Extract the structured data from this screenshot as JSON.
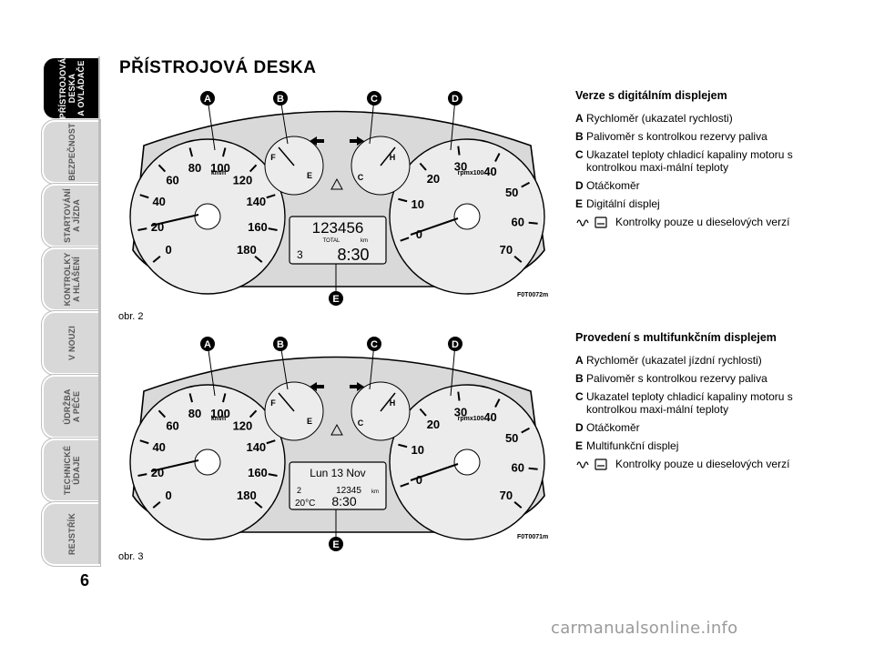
{
  "sidebar": {
    "tabs": [
      {
        "label": "PŘÍSTROJOVÁ\nDESKA\nA OVLÁDAČE",
        "active": true
      },
      {
        "label": "BEZPEČNOST",
        "active": false
      },
      {
        "label": "STARTOVÁNÍ\nA JÍZDA",
        "active": false
      },
      {
        "label": "KONTROLKY\nA HLÁŠENÍ",
        "active": false
      },
      {
        "label": "V NOUZI",
        "active": false
      },
      {
        "label": "ÚDRŽBA\nA PÉČE",
        "active": false
      },
      {
        "label": "TECHNICKÉ\nÚDAJE",
        "active": false
      },
      {
        "label": "REJSTŘÍK",
        "active": false
      }
    ]
  },
  "page": {
    "title": "PŘÍSTROJOVÁ DESKA",
    "number": "6",
    "watermark": "carmanualsonline.info"
  },
  "figures": [
    {
      "caption": "obr. 2",
      "code": "F0T0072m",
      "callouts": [
        "A",
        "B",
        "C",
        "D",
        "E"
      ],
      "speed_unit": "km/h",
      "rpm_unit": "rpmx100",
      "speed_ticks": [
        "0",
        "20",
        "40",
        "60",
        "80",
        "100",
        "120",
        "140",
        "160",
        "180"
      ],
      "rpm_ticks": [
        "0",
        "10",
        "20",
        "30",
        "40",
        "50",
        "60",
        "70"
      ],
      "fuel_labels": [
        "F",
        "E"
      ],
      "temp_labels": [
        "C",
        "H"
      ],
      "display": {
        "odometer": "123456",
        "odo_label": "TOTAL",
        "odo_unit": "km",
        "left_small": "3",
        "time": "8:30"
      }
    },
    {
      "caption": "obr. 3",
      "code": "F0T0071m",
      "callouts": [
        "A",
        "B",
        "C",
        "D",
        "E"
      ],
      "speed_unit": "km/h",
      "rpm_unit": "rpmx100",
      "speed_ticks": [
        "0",
        "20",
        "40",
        "60",
        "80",
        "100",
        "120",
        "140",
        "160",
        "180"
      ],
      "rpm_ticks": [
        "0",
        "10",
        "20",
        "30",
        "40",
        "50",
        "60",
        "70"
      ],
      "fuel_labels": [
        "F",
        "E"
      ],
      "temp_labels": [
        "C",
        "H"
      ],
      "display": {
        "date": "Lun 13 Nov",
        "left_small": "2",
        "odometer": "12345",
        "odo_unit": "km",
        "temperature": "20°C",
        "time": "8:30"
      }
    }
  ],
  "legend1": {
    "heading": "Verze s digitálním displejem",
    "items": [
      {
        "key": "A",
        "text": "Rychloměr (ukazatel rychlosti)"
      },
      {
        "key": "B",
        "text": "Palivoměr s kontrolkou rezervy paliva"
      },
      {
        "key": "C",
        "text": "Ukazatel teploty chladicí kapaliny motoru s kontrolkou maxi-mální teploty"
      },
      {
        "key": "D",
        "text": "Otáčkoměr"
      },
      {
        "key": "E",
        "text": "Digitální displej"
      }
    ],
    "note": "Kontrolky pouze u dieselových verzí"
  },
  "legend2": {
    "heading": "Provedení s multifunkčním displejem",
    "items": [
      {
        "key": "A",
        "text": "Rychloměr (ukazatel jízdní rychlosti)"
      },
      {
        "key": "B",
        "text": "Palivoměr s kontrolkou rezervy paliva"
      },
      {
        "key": "C",
        "text": "Ukazatel teploty chladicí kapaliny motoru s kontrolkou maxi-mální teploty"
      },
      {
        "key": "D",
        "text": "Otáčkoměr"
      },
      {
        "key": "E",
        "text": "Multifunkční displej"
      }
    ],
    "note": "Kontrolky pouze u dieselových verzí"
  },
  "icons": {
    "glow_plug": "glow-plug-icon",
    "water_filter": "water-in-fuel-icon"
  }
}
